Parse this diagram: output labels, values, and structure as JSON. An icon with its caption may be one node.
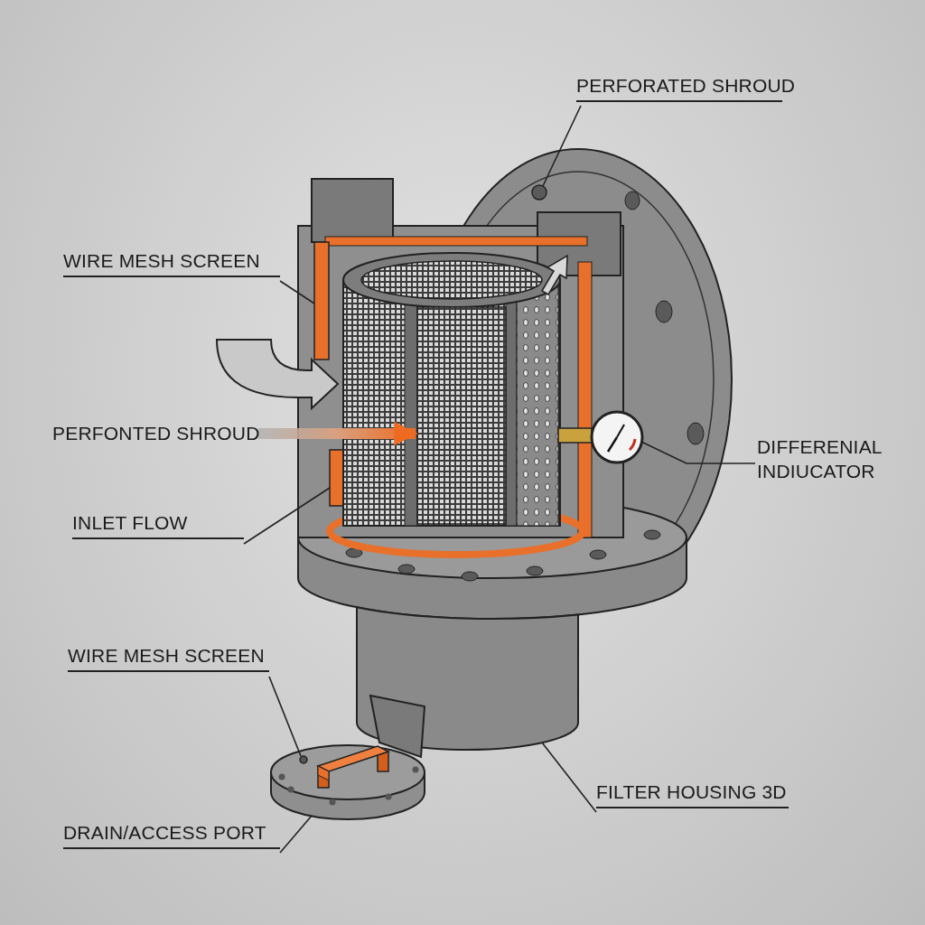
{
  "diagram": {
    "nodes": [
      {
        "text": [
          "PERFORATED SHROUD"
        ]
      },
      {
        "text": [
          "WIRE MESH SCREEN"
        ]
      },
      {
        "text": [
          "PERFONTED SHROUD"
        ]
      },
      {
        "text": [
          "DIFFERENIAL INDIUCATOR"
        ]
      },
      {
        "text": [
          "INLET FLOW"
        ]
      },
      {
        "text": [
          "WIRE MESH SCREEN"
        ]
      },
      {
        "text": [
          "FILTER HOUSING 3D"
        ]
      },
      {
        "text": [
          "DRAIN/ACCESS PORT"
        ]
      },
      {
        "text": [],
        "shape": "circle"
      },
      {
        "text": [],
        "shape": "box"
      },
      {
        "text": [],
        "shape": "box"
      },
      {
        "text": [],
        "shape": "circle"
      },
      {
        "text": [],
        "shape": "box"
      },
      {
        "text": [],
        "shape": "circle",
        "in": 15
      },
      {
        "text": [],
        "shape": "cylinder"
      },
      {
        "text": [],
        "shape": "cylinder"
      }
    ],
    "edges": [
      {
        "from": 0,
        "to": 8,
        "arrow": "none"
      },
      {
        "from": 1,
        "to": 9,
        "arrow": "none"
      },
      {
        "from": 2,
        "to": 10,
        "arrow": "to",
        "style": "thick"
      },
      {
        "from": 3,
        "to": 11,
        "arrow": "none"
      },
      {
        "from": 4,
        "to": 12,
        "arrow": "none"
      },
      {
        "from": 5,
        "to": 13,
        "arrow": "none"
      },
      {
        "from": 6,
        "to": 14,
        "arrow": "none"
      },
      {
        "from": 7,
        "to": 15,
        "arrow": "none"
      }
    ]
  }
}
